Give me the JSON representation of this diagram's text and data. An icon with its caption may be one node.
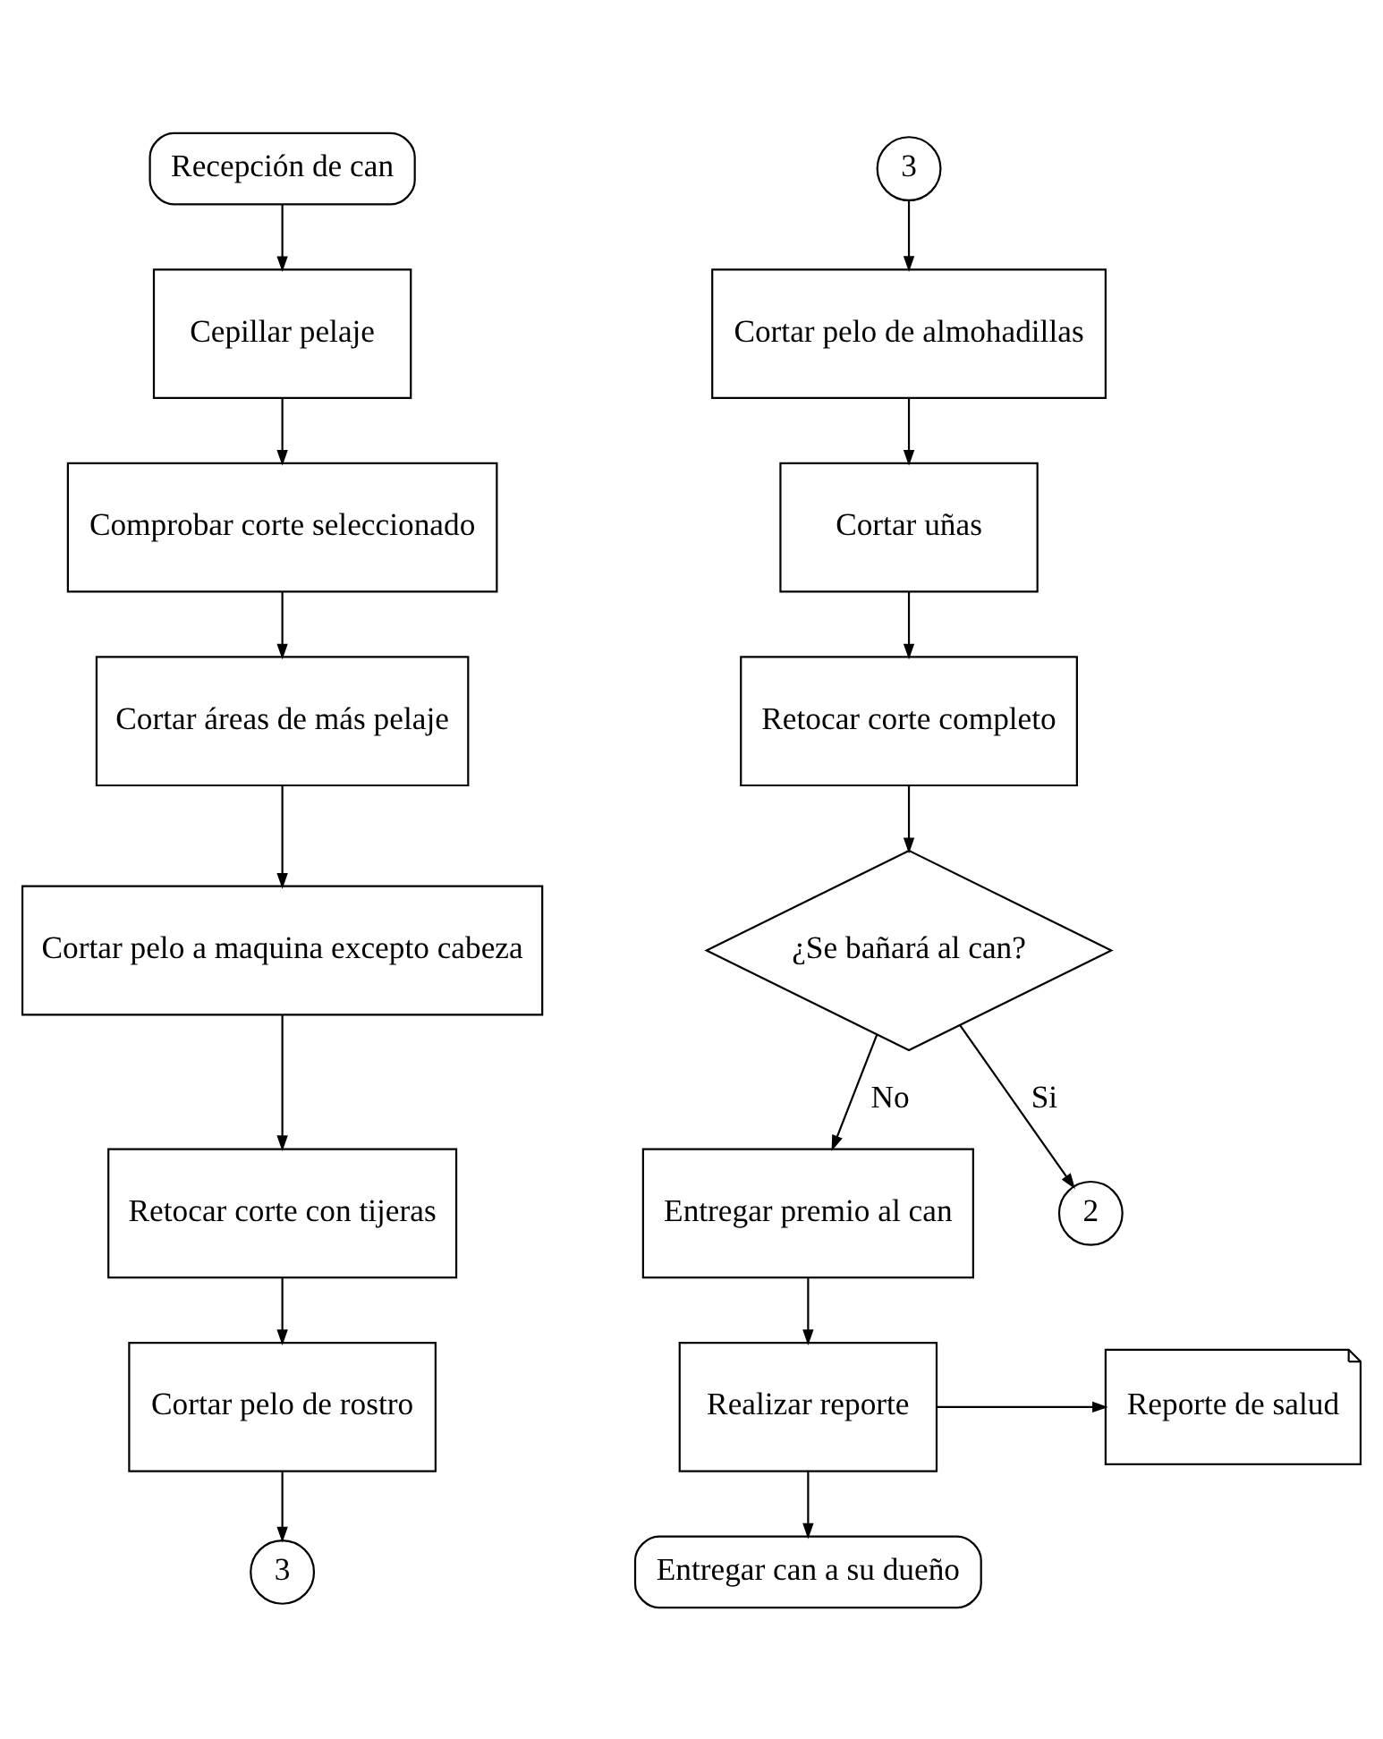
{
  "diagram": {
    "nodes": [
      {
        "text": [
          "Recepción de can"
        ]
      },
      {
        "text": [
          "Cepillar pelaje"
        ]
      },
      {
        "text": [
          "Comprobar corte seleccionado"
        ]
      },
      {
        "text": [
          "Cortar áreas de más pelaje"
        ]
      },
      {
        "text": [
          "Cortar pelo a maquina excepto cabeza"
        ]
      },
      {
        "text": [
          "Retocar corte con tijeras"
        ]
      },
      {
        "text": [
          "Cortar pelo de rostro"
        ]
      },
      {
        "text": [
          "3"
        ]
      },
      {
        "text": [
          "3"
        ]
      },
      {
        "text": [
          "Cortar pelo de almohadillas"
        ]
      },
      {
        "text": [
          "Cortar uñas"
        ]
      },
      {
        "text": [
          "Retocar corte completo"
        ]
      },
      {
        "text": [
          "¿Se bañará al can?"
        ]
      },
      {
        "text": [
          "Entregar premio al can"
        ]
      },
      {
        "text": [
          "Realizar reporte"
        ]
      },
      {
        "text": [
          "Reporte de salud"
        ]
      },
      {
        "text": [
          "Entregar can a su dueño"
        ]
      },
      {
        "text": [
          "2"
        ]
      }
    ],
    "edges": [
      {
        "from": 0,
        "to": 1,
        "arrow": "to"
      },
      {
        "from": 1,
        "to": 2,
        "arrow": "to"
      },
      {
        "from": 2,
        "to": 3,
        "arrow": "to"
      },
      {
        "from": 3,
        "to": 4,
        "arrow": "to"
      },
      {
        "from": 4,
        "to": 5,
        "arrow": "to"
      },
      {
        "from": 5,
        "to": 6,
        "arrow": "to"
      },
      {
        "from": 6,
        "to": 7,
        "arrow": "to"
      },
      {
        "from": 8,
        "to": 9,
        "arrow": "to"
      },
      {
        "from": 9,
        "to": 10,
        "arrow": "to"
      },
      {
        "from": 10,
        "to": 11,
        "arrow": "to"
      },
      {
        "from": 11,
        "to": 12,
        "arrow": "to"
      },
      {
        "from": 12,
        "to": 13,
        "label": "No",
        "arrow": "to"
      },
      {
        "from": 12,
        "to": 17,
        "label": "Si",
        "arrow": "to"
      },
      {
        "from": 13,
        "to": 14,
        "arrow": "to"
      },
      {
        "from": 14,
        "to": 15,
        "arrow": "to"
      },
      {
        "from": 14,
        "to": 16,
        "arrow": "to"
      }
    ]
  }
}
